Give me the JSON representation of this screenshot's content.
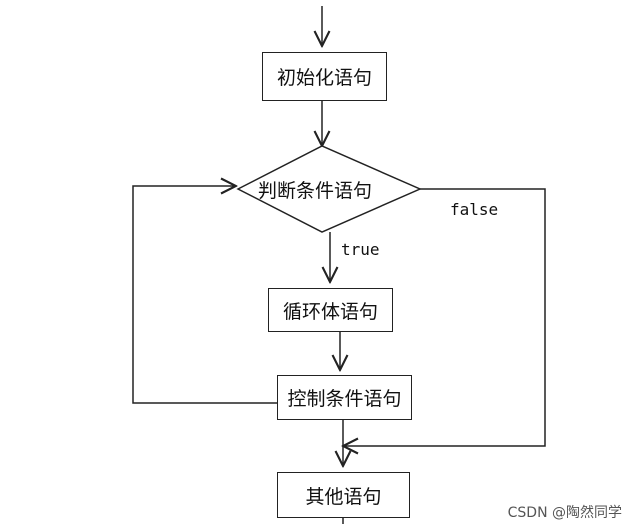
{
  "nodes": {
    "init": "初始化语句",
    "condition": "判断条件语句",
    "body": "循环体语句",
    "control": "控制条件语句",
    "other": "其他语句"
  },
  "edges": {
    "true_label": "true",
    "false_label": "false"
  },
  "watermark": "CSDN @陶然同学",
  "colors": {
    "stroke": "#222222",
    "text": "#111111",
    "background": "#ffffff"
  }
}
